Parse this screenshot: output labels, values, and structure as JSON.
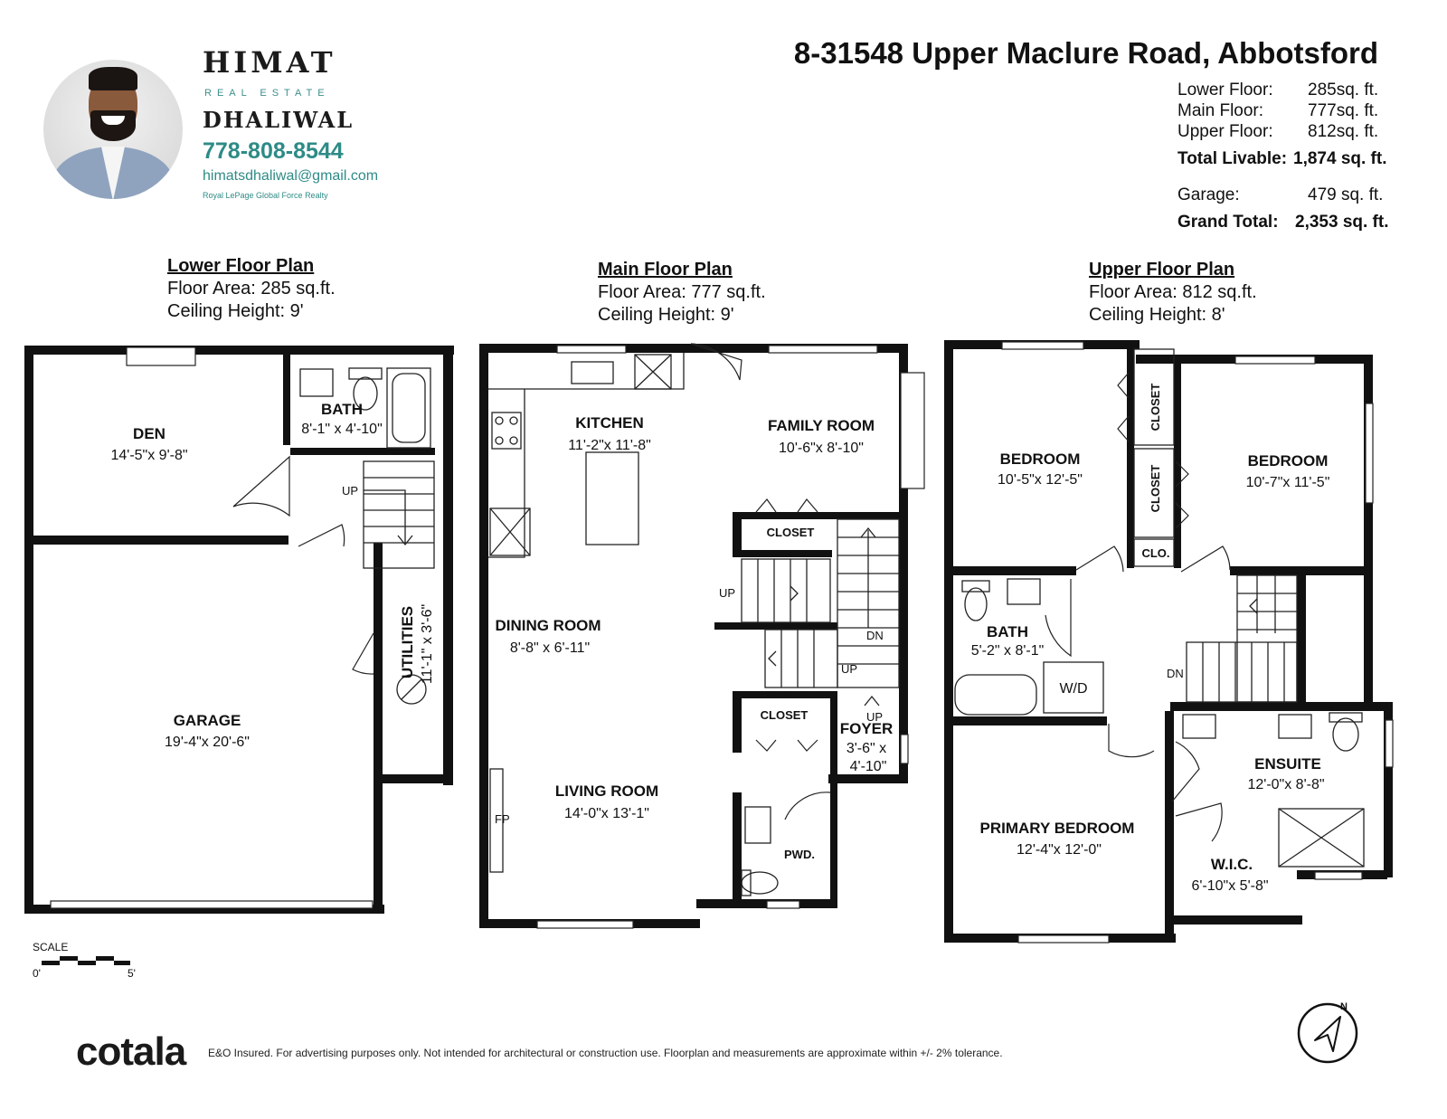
{
  "agent": {
    "name_first": "HIMAT",
    "tagline": "REAL ESTATE",
    "name_last": "DHALIWAL",
    "phone": "778-808-8544",
    "email": "himatsdhaliwal@gmail.com",
    "brokerage": "Royal LePage Global Force Realty"
  },
  "property": {
    "address": "8-31548 Upper Maclure Road, Abbotsford",
    "areas": [
      {
        "label": "Lower Floor:",
        "value": "285sq. ft.",
        "bold": false
      },
      {
        "label": "Main Floor:",
        "value": "777sq. ft.",
        "bold": false
      },
      {
        "label": "Upper Floor:",
        "value": "812sq. ft.",
        "bold": false
      },
      {
        "label": "Total Livable:",
        "value": "1,874 sq. ft.",
        "bold": true
      },
      {
        "label": "Garage:",
        "value": "479 sq. ft.",
        "bold": false
      },
      {
        "label": "Grand Total:",
        "value": "2,353 sq. ft.",
        "bold": true
      }
    ]
  },
  "plans": {
    "lower": {
      "title": "Lower Floor Plan",
      "area": "Floor Area: 285 sq.ft.",
      "ceiling": "Ceiling Height: 9'"
    },
    "main": {
      "title": "Main Floor Plan",
      "area": "Floor Area: 777 sq.ft.",
      "ceiling": "Ceiling Height: 9'"
    },
    "upper": {
      "title": "Upper Floor Plan",
      "area": "Floor Area: 812 sq.ft.",
      "ceiling": "Ceiling Height: 8'"
    }
  },
  "rooms": {
    "den": {
      "name": "DEN",
      "dim": "14'-5\"x 9'-8\""
    },
    "bath_lower": {
      "name": "BATH",
      "dim": "8'-1\" x 4'-10\""
    },
    "garage": {
      "name": "GARAGE",
      "dim": "19'-4\"x 20'-6\""
    },
    "utilities": {
      "name": "UTILITIES",
      "dim": "11'-1\" x 3'-6\""
    },
    "kitchen": {
      "name": "KITCHEN",
      "dim": "11'-2\"x 11'-8\""
    },
    "family": {
      "name": "FAMILY ROOM",
      "dim": "10'-6\"x 8'-10\""
    },
    "dining": {
      "name": "DINING ROOM",
      "dim": "8'-8\" x 6'-11\""
    },
    "living": {
      "name": "LIVING ROOM",
      "dim": "14'-0\"x 13'-1\""
    },
    "foyer": {
      "name": "FOYER",
      "dim1": "3'-6\" x",
      "dim2": "4'-10\""
    },
    "pwd": {
      "name": "PWD."
    },
    "bed1": {
      "name": "BEDROOM",
      "dim": "10'-5\"x 12'-5\""
    },
    "bed2": {
      "name": "BEDROOM",
      "dim": "10'-7\"x 11'-5\""
    },
    "bath_upper": {
      "name": "BATH",
      "dim": "5'-2\" x 8'-1\""
    },
    "ensuite": {
      "name": "ENSUITE",
      "dim": "12'-0\"x 8'-8\""
    },
    "primary": {
      "name": "PRIMARY BEDROOM",
      "dim": "12'-4\"x 12'-0\""
    },
    "wic": {
      "name": "W.I.C.",
      "dim": "6'-10\"x 5'-8\""
    }
  },
  "labels": {
    "closet": "CLOSET",
    "clo": "CLO.",
    "up": "UP",
    "dn": "DN",
    "wd": "W/D",
    "fp": "FP"
  },
  "footer": {
    "scale": "SCALE",
    "scale_start": "0'",
    "scale_end": "5'",
    "logo": "cotala",
    "disclaimer": "E&O Insured. For advertising purposes only. Not intended for architectural or construction use. Floorplan and measurements are approximate within +/- 2% tolerance.",
    "compass": "N"
  }
}
